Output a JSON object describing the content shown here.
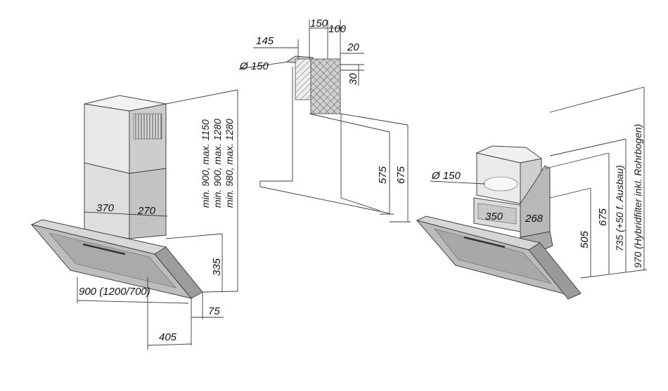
{
  "colors": {
    "line": "#3a3a3a",
    "panel_light": "#e6e6e6",
    "panel_mid": "#cfcfcf",
    "panel_dark": "#9c9c9c",
    "glass": "#bdbdbd",
    "text": "#1a1a1a"
  },
  "left_view": {
    "chimney_depth": "370",
    "chimney_width": "270",
    "chimney_height_1": "min. 900, max. 1150",
    "chimney_height_2": "min. 900, max. 1280",
    "chimney_height_3": "min. 980, max. 1280",
    "hood_height": "335",
    "hood_width": "900 (1200/700)",
    "hood_offset": "75",
    "hood_depth": "405"
  },
  "middle_view": {
    "width_150": "150",
    "width_100": "100",
    "offset_145": "145",
    "offset_20": "20",
    "offset_30": "30",
    "diameter": "Ø 150",
    "height_575": "575",
    "height_675": "675"
  },
  "right_view": {
    "diameter": "Ø 150",
    "filter_width": "350",
    "filter_depth": "268",
    "height_505": "505",
    "height_675": "675",
    "height_735": "735 (+50 f. Ausbau)",
    "height_970": "970 (Hybridfilter inkl. Rohrbogen)"
  }
}
